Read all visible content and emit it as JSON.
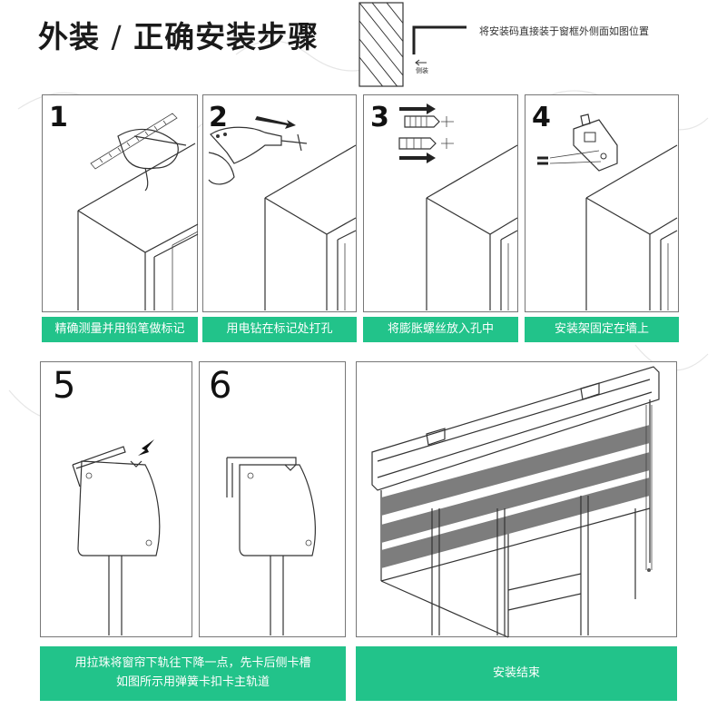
{
  "header": {
    "title_bold": "外装",
    "title_separator": "/",
    "title_rest": "正确安装步骤",
    "note": "将安装码直接装于窗框外侧面如图位置",
    "side_label": "侧装"
  },
  "steps": [
    {
      "number": "1",
      "caption": "精确测量并用铅笔做标记"
    },
    {
      "number": "2",
      "caption": "用电钻在标记处打孔"
    },
    {
      "number": "3",
      "caption": "将膨胀螺丝放入孔中"
    },
    {
      "number": "4",
      "caption": "安装架固定在墙上"
    },
    {
      "number": "5",
      "caption_line1": "用拉珠将窗帘下轨往下降一点，先卡后侧卡槽",
      "caption_line2": "如图所示用弹簧卡扣卡主轨道"
    },
    {
      "number": "6"
    },
    {
      "caption": "安装结束"
    }
  ],
  "colors": {
    "accent": "#22c38a",
    "blind_stripe": "#7d7d7d"
  }
}
